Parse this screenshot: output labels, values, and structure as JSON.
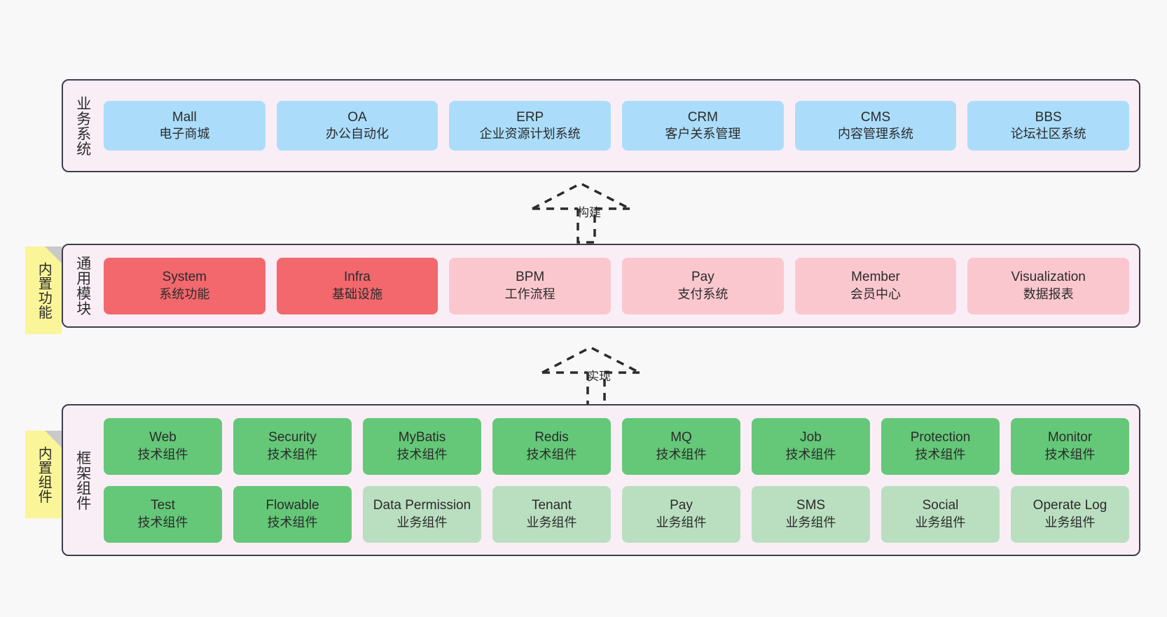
{
  "canvas": {
    "background": "#f8f8f8"
  },
  "palette": {
    "panel_bg": "#faeef6",
    "panel_border": "#3d3d4e",
    "blue": "#abddfb",
    "red": "#f2686d",
    "pink_light": "#fbc7cf",
    "green": "#64c878",
    "green_light": "#badfc0",
    "sticky_yellow": "#faf598",
    "sticky_fold": "#c9c9c9"
  },
  "layers": [
    {
      "id": "business",
      "title": "业务系统",
      "rows": [
        {
          "cells": [
            {
              "en": "Mall",
              "cn": "电子商城",
              "style": "blue"
            },
            {
              "en": "OA",
              "cn": "办公自动化",
              "style": "blue"
            },
            {
              "en": "ERP",
              "cn": "企业资源计划系统",
              "style": "blue"
            },
            {
              "en": "CRM",
              "cn": "客户关系管理",
              "style": "blue"
            },
            {
              "en": "CMS",
              "cn": "内容管理系统",
              "style": "blue"
            },
            {
              "en": "BBS",
              "cn": "论坛社区系统",
              "style": "blue"
            }
          ]
        }
      ]
    },
    {
      "id": "common",
      "title": "通用模块",
      "sticky": "内置功能",
      "rows": [
        {
          "cells": [
            {
              "en": "System",
              "cn": "系统功能",
              "style": "red"
            },
            {
              "en": "Infra",
              "cn": "基础设施",
              "style": "red"
            },
            {
              "en": "BPM",
              "cn": "工作流程",
              "style": "pinklite"
            },
            {
              "en": "Pay",
              "cn": "支付系统",
              "style": "pinklite"
            },
            {
              "en": "Member",
              "cn": "会员中心",
              "style": "pinklite"
            },
            {
              "en": "Visualization",
              "cn": "数据报表",
              "style": "pinklite"
            }
          ]
        }
      ]
    },
    {
      "id": "framework",
      "title": "框架组件",
      "sticky": "内置组件",
      "rows": [
        {
          "cells": [
            {
              "en": "Web",
              "cn": "技术组件",
              "style": "green"
            },
            {
              "en": "Security",
              "cn": "技术组件",
              "style": "green"
            },
            {
              "en": "MyBatis",
              "cn": "技术组件",
              "style": "green"
            },
            {
              "en": "Redis",
              "cn": "技术组件",
              "style": "green"
            },
            {
              "en": "MQ",
              "cn": "技术组件",
              "style": "green"
            },
            {
              "en": "Job",
              "cn": "技术组件",
              "style": "green"
            },
            {
              "en": "Protection",
              "cn": "技术组件",
              "style": "green"
            },
            {
              "en": "Monitor",
              "cn": "技术组件",
              "style": "green"
            }
          ]
        },
        {
          "cells": [
            {
              "en": "Test",
              "cn": "技术组件",
              "style": "green"
            },
            {
              "en": "Flowable",
              "cn": "技术组件",
              "style": "green"
            },
            {
              "en": "Data Permission",
              "cn": "业务组件",
              "style": "greenlite"
            },
            {
              "en": "Tenant",
              "cn": "业务组件",
              "style": "greenlite"
            },
            {
              "en": "Pay",
              "cn": "业务组件",
              "style": "greenlite"
            },
            {
              "en": "SMS",
              "cn": "业务组件",
              "style": "greenlite"
            },
            {
              "en": "Social",
              "cn": "业务组件",
              "style": "greenlite"
            },
            {
              "en": "Operate Log",
              "cn": "业务组件",
              "style": "greenlite"
            }
          ]
        }
      ]
    }
  ],
  "arrows": [
    {
      "id": "build",
      "label": "构建",
      "from": "common",
      "to": "business"
    },
    {
      "id": "impl",
      "label": "实现",
      "from": "framework",
      "to": "common"
    }
  ]
}
